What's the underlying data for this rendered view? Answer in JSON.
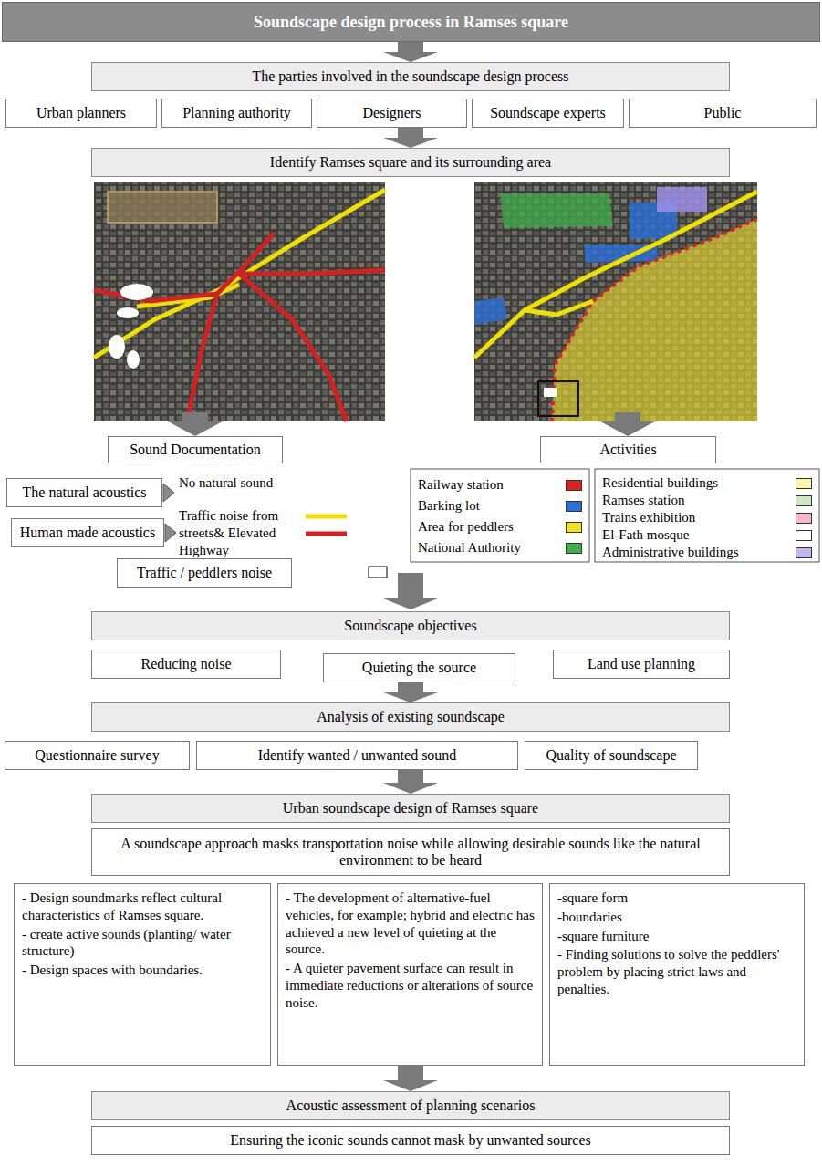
{
  "diagram": {
    "nodes": [
      {
        "text": [
          "Soundscape design process in Ramses square"
        ]
      },
      {
        "text": [
          "The parties involved in the soundscape design process"
        ]
      },
      {
        "text": [
          "Urban planners"
        ]
      },
      {
        "text": [
          "Planning authority"
        ]
      },
      {
        "text": [
          "Designers"
        ]
      },
      {
        "text": [
          "Soundscape experts"
        ]
      },
      {
        "text": [
          "Public"
        ]
      },
      {
        "text": [
          "Identify Ramses square and its surrounding area"
        ]
      },
      {
        "text": [
          "Sound Documentation"
        ]
      },
      {
        "text": [
          "Activities"
        ]
      },
      {
        "text": [
          "The natural acoustics"
        ]
      },
      {
        "text": [
          "Human made acoustics"
        ]
      },
      {
        "text": [
          "Traffic / peddlers noise"
        ]
      },
      {
        "text": [
          "Soundscape objectives"
        ]
      },
      {
        "text": [
          "Reducing noise"
        ]
      },
      {
        "text": [
          "Quieting the source"
        ]
      },
      {
        "text": [
          "Land use planning"
        ]
      },
      {
        "text": [
          "Analysis of existing soundscape"
        ]
      },
      {
        "text": [
          "Questionnaire survey"
        ]
      },
      {
        "text": [
          "Identify wanted / unwanted sound"
        ]
      },
      {
        "text": [
          "Quality of soundscape"
        ]
      },
      {
        "text": [
          "Urban soundscape design of Ramses square"
        ]
      },
      {
        "text": [
          "A soundscape approach masks transportation noise while allowing desirable sounds like the natural environment to be heard"
        ]
      },
      {
        "text": [
          "- Design soundmarks reflect cultural characteristics of Ramses square.",
          "- create active sounds (planting/ water structure)",
          "- Design spaces with boundaries."
        ]
      },
      {
        "text": [
          "- The development of alternative-fuel vehicles, for example; hybrid and electric has achieved a new level of quieting at the source.",
          "- A quieter pavement surface can result in immediate reductions or alterations of source noise."
        ]
      },
      {
        "text": [
          "-square form",
          "-boundaries",
          "-square furniture",
          "- Finding solutions to solve the peddlers' problem by placing strict laws and penalties."
        ]
      },
      {
        "text": [
          "Acoustic assessment of planning scenarios"
        ]
      },
      {
        "text": [
          "Ensuring the iconic sounds cannot mask by unwanted sources"
        ]
      }
    ],
    "edges": [
      {
        "from": 0,
        "to": 1,
        "arrow": "to"
      },
      {
        "from": 4,
        "to": 7,
        "arrow": "to"
      },
      {
        "from": 15,
        "to": 17,
        "arrow": "to"
      },
      {
        "from": 19,
        "to": 21,
        "arrow": "to"
      },
      {
        "from": 24,
        "to": 26,
        "arrow": "to"
      }
    ],
    "labels": [
      "No natural sound",
      "Traffic noise from streets& Elevated Highway"
    ],
    "legend": [
      {
        "text": "Railway station",
        "color": "#e0201b"
      },
      {
        "text": "Barking lot",
        "color": "#2b6fd8"
      },
      {
        "text": "Area for peddlers",
        "color": "#f2e21a"
      },
      {
        "text": "National Authority",
        "color": "#3fae49"
      },
      {
        "text": "Residential buildings",
        "color": "#fff7a8"
      },
      {
        "text": "Ramses station",
        "color": "#cfe8c4"
      },
      {
        "text": "Trains exhibition",
        "color": "#f6b9c5"
      },
      {
        "text": "El-Fath mosque",
        "color": "#ffffff"
      },
      {
        "text": "Administrative buildings",
        "color": "#c7b5f2"
      }
    ]
  }
}
